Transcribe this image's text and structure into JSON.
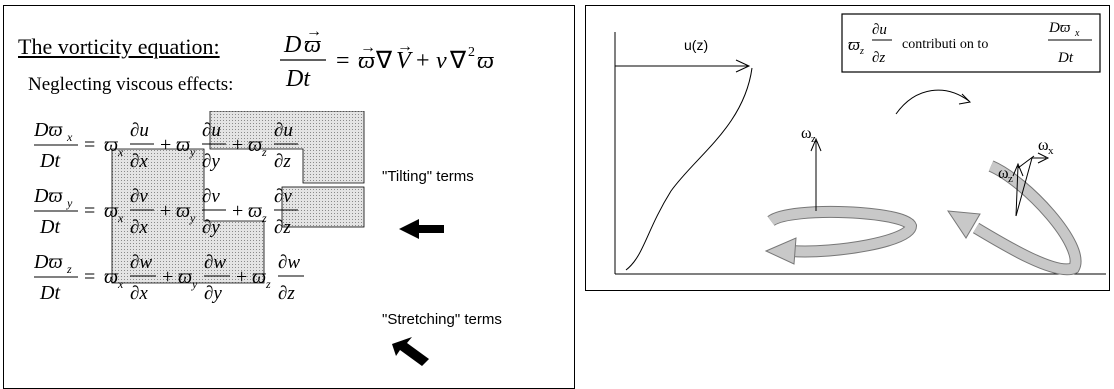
{
  "left": {
    "title": "The vorticity equation:",
    "subtitle": "Neglecting viscous effects:",
    "tilting_label": "\"Tilting\" terms",
    "stretching_label": "\"Stretching\" terms"
  },
  "right": {
    "profile_label": "u(z)",
    "box_mid_text": "contributi on to",
    "omega_z_label": "ω",
    "omega_x_label": "ω",
    "sub_z": "z",
    "sub_x": "x"
  },
  "colors": {
    "shaded_fill": "#d8d8d8",
    "ribbon_fill": "#c8c8c8",
    "border": "#000000"
  }
}
